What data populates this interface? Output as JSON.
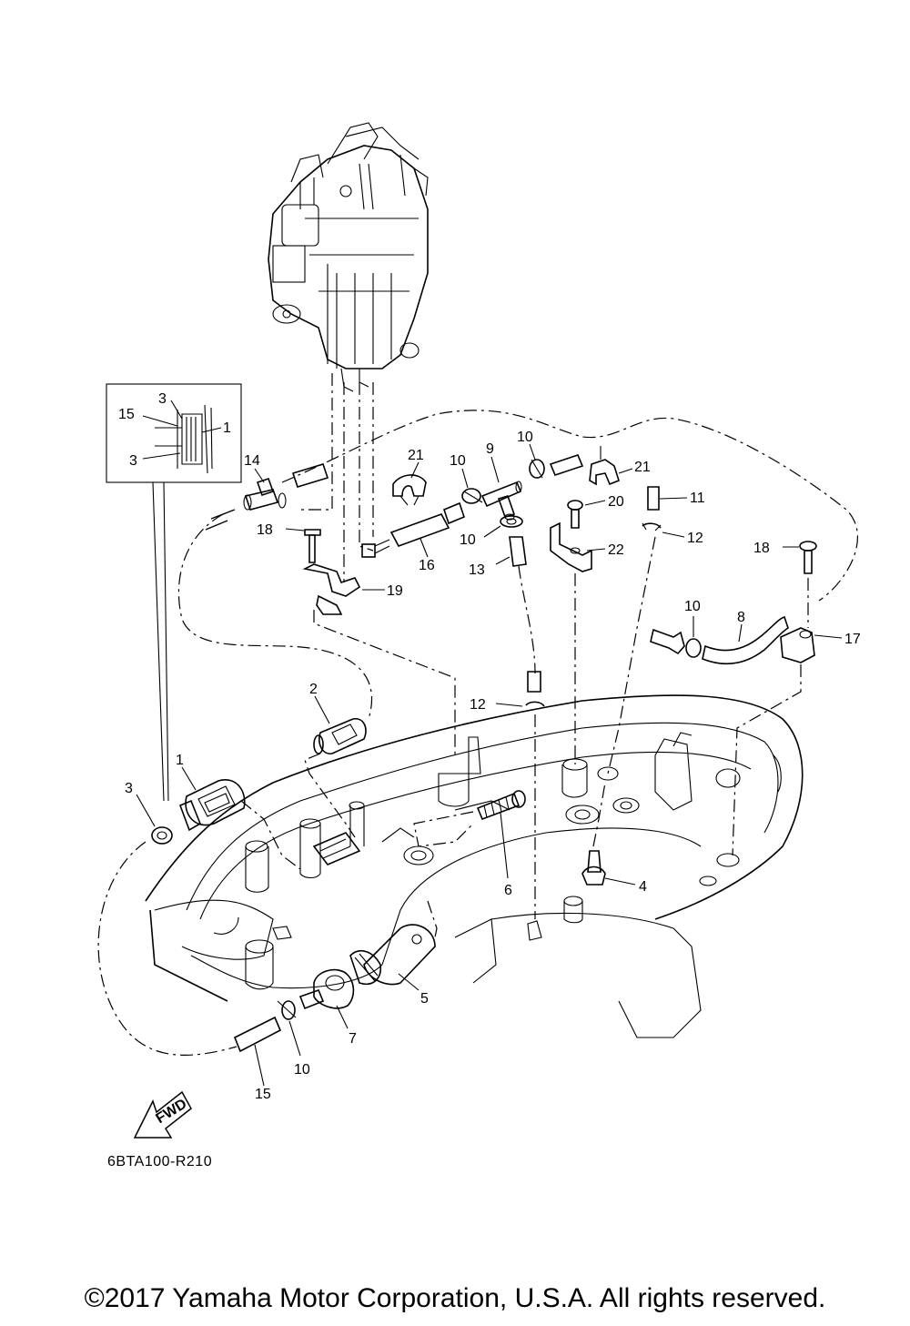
{
  "diagram": {
    "reference_code": "6BTA100-R210",
    "copyright": "©2017 Yamaha Motor Corporation, U.S.A. All rights reserved.",
    "fwd_label": "FWD",
    "callouts": [
      {
        "id": "inset-3a",
        "text": "3"
      },
      {
        "id": "inset-15",
        "text": "15"
      },
      {
        "id": "inset-1",
        "text": "1"
      },
      {
        "id": "inset-3b",
        "text": "3"
      },
      {
        "id": "c14",
        "text": "14"
      },
      {
        "id": "c21a",
        "text": "21"
      },
      {
        "id": "c10a",
        "text": "10"
      },
      {
        "id": "c9",
        "text": "9"
      },
      {
        "id": "c10b",
        "text": "10"
      },
      {
        "id": "c21b",
        "text": "21"
      },
      {
        "id": "c11",
        "text": "11"
      },
      {
        "id": "c20",
        "text": "20"
      },
      {
        "id": "c18a",
        "text": "18"
      },
      {
        "id": "c10c",
        "text": "10"
      },
      {
        "id": "c12a",
        "text": "12"
      },
      {
        "id": "c16",
        "text": "16"
      },
      {
        "id": "c13",
        "text": "13"
      },
      {
        "id": "c22",
        "text": "22"
      },
      {
        "id": "c18b",
        "text": "18"
      },
      {
        "id": "c19",
        "text": "19"
      },
      {
        "id": "c10d",
        "text": "10"
      },
      {
        "id": "c8",
        "text": "8"
      },
      {
        "id": "c17",
        "text": "17"
      },
      {
        "id": "c2",
        "text": "2"
      },
      {
        "id": "c12b",
        "text": "12"
      },
      {
        "id": "c1",
        "text": "1"
      },
      {
        "id": "c3",
        "text": "3"
      },
      {
        "id": "c6",
        "text": "6"
      },
      {
        "id": "c4",
        "text": "4"
      },
      {
        "id": "c5",
        "text": "5"
      },
      {
        "id": "c7",
        "text": "7"
      },
      {
        "id": "c10e",
        "text": "10"
      },
      {
        "id": "c15",
        "text": "15"
      }
    ]
  }
}
